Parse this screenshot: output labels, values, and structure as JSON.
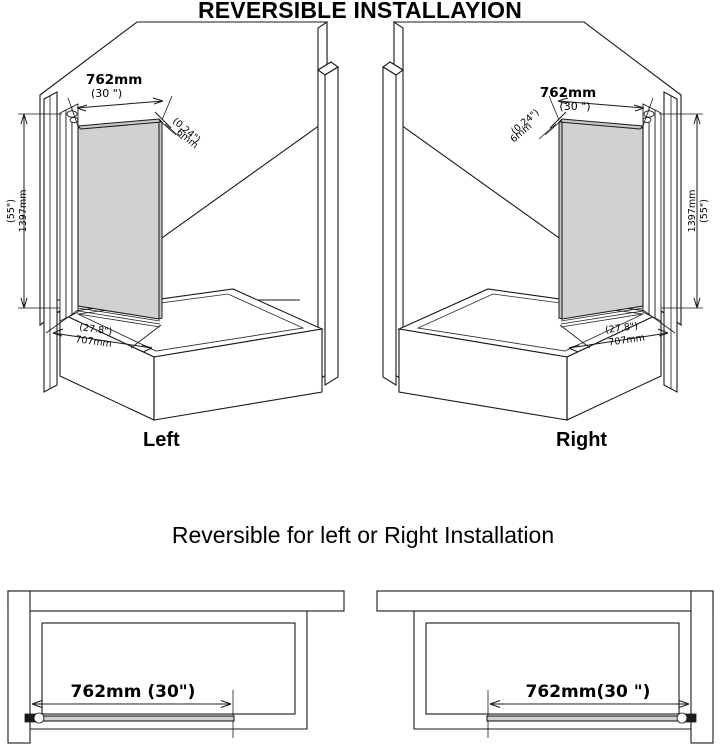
{
  "document": {
    "title": "REVERSIBLE INSTALLAYION",
    "middle_note": "Reversible for left or Right Installation"
  },
  "views": {
    "left_iso": {
      "caption": "Left",
      "dimensions": {
        "top_width_mm": "762mm",
        "top_width_in": "(30 \")",
        "thickness_in": "(0.24\")",
        "thickness_mm": "6mm",
        "height_in": "(55\")",
        "height_mm": "1397mm",
        "bottom_in": "(27.8\")",
        "bottom_mm": "707mm"
      }
    },
    "right_iso": {
      "caption": "Right",
      "dimensions": {
        "top_width_mm": "762mm",
        "top_width_in": "(30 \")",
        "thickness_in": "(0.24\")",
        "thickness_mm": "6mm",
        "height_in": "(55\")",
        "height_mm": "1397mm",
        "bottom_in": "(27.8\")",
        "bottom_mm": "707mm"
      }
    },
    "left_plan": {
      "dimension_label": "762mm (30\")"
    },
    "right_plan": {
      "dimension_label": "762mm(30 \")"
    }
  },
  "colors": {
    "line": "#1a1a1a",
    "glass_fill": "#d0d1d3",
    "background": "#ffffff",
    "text": "#000000"
  }
}
